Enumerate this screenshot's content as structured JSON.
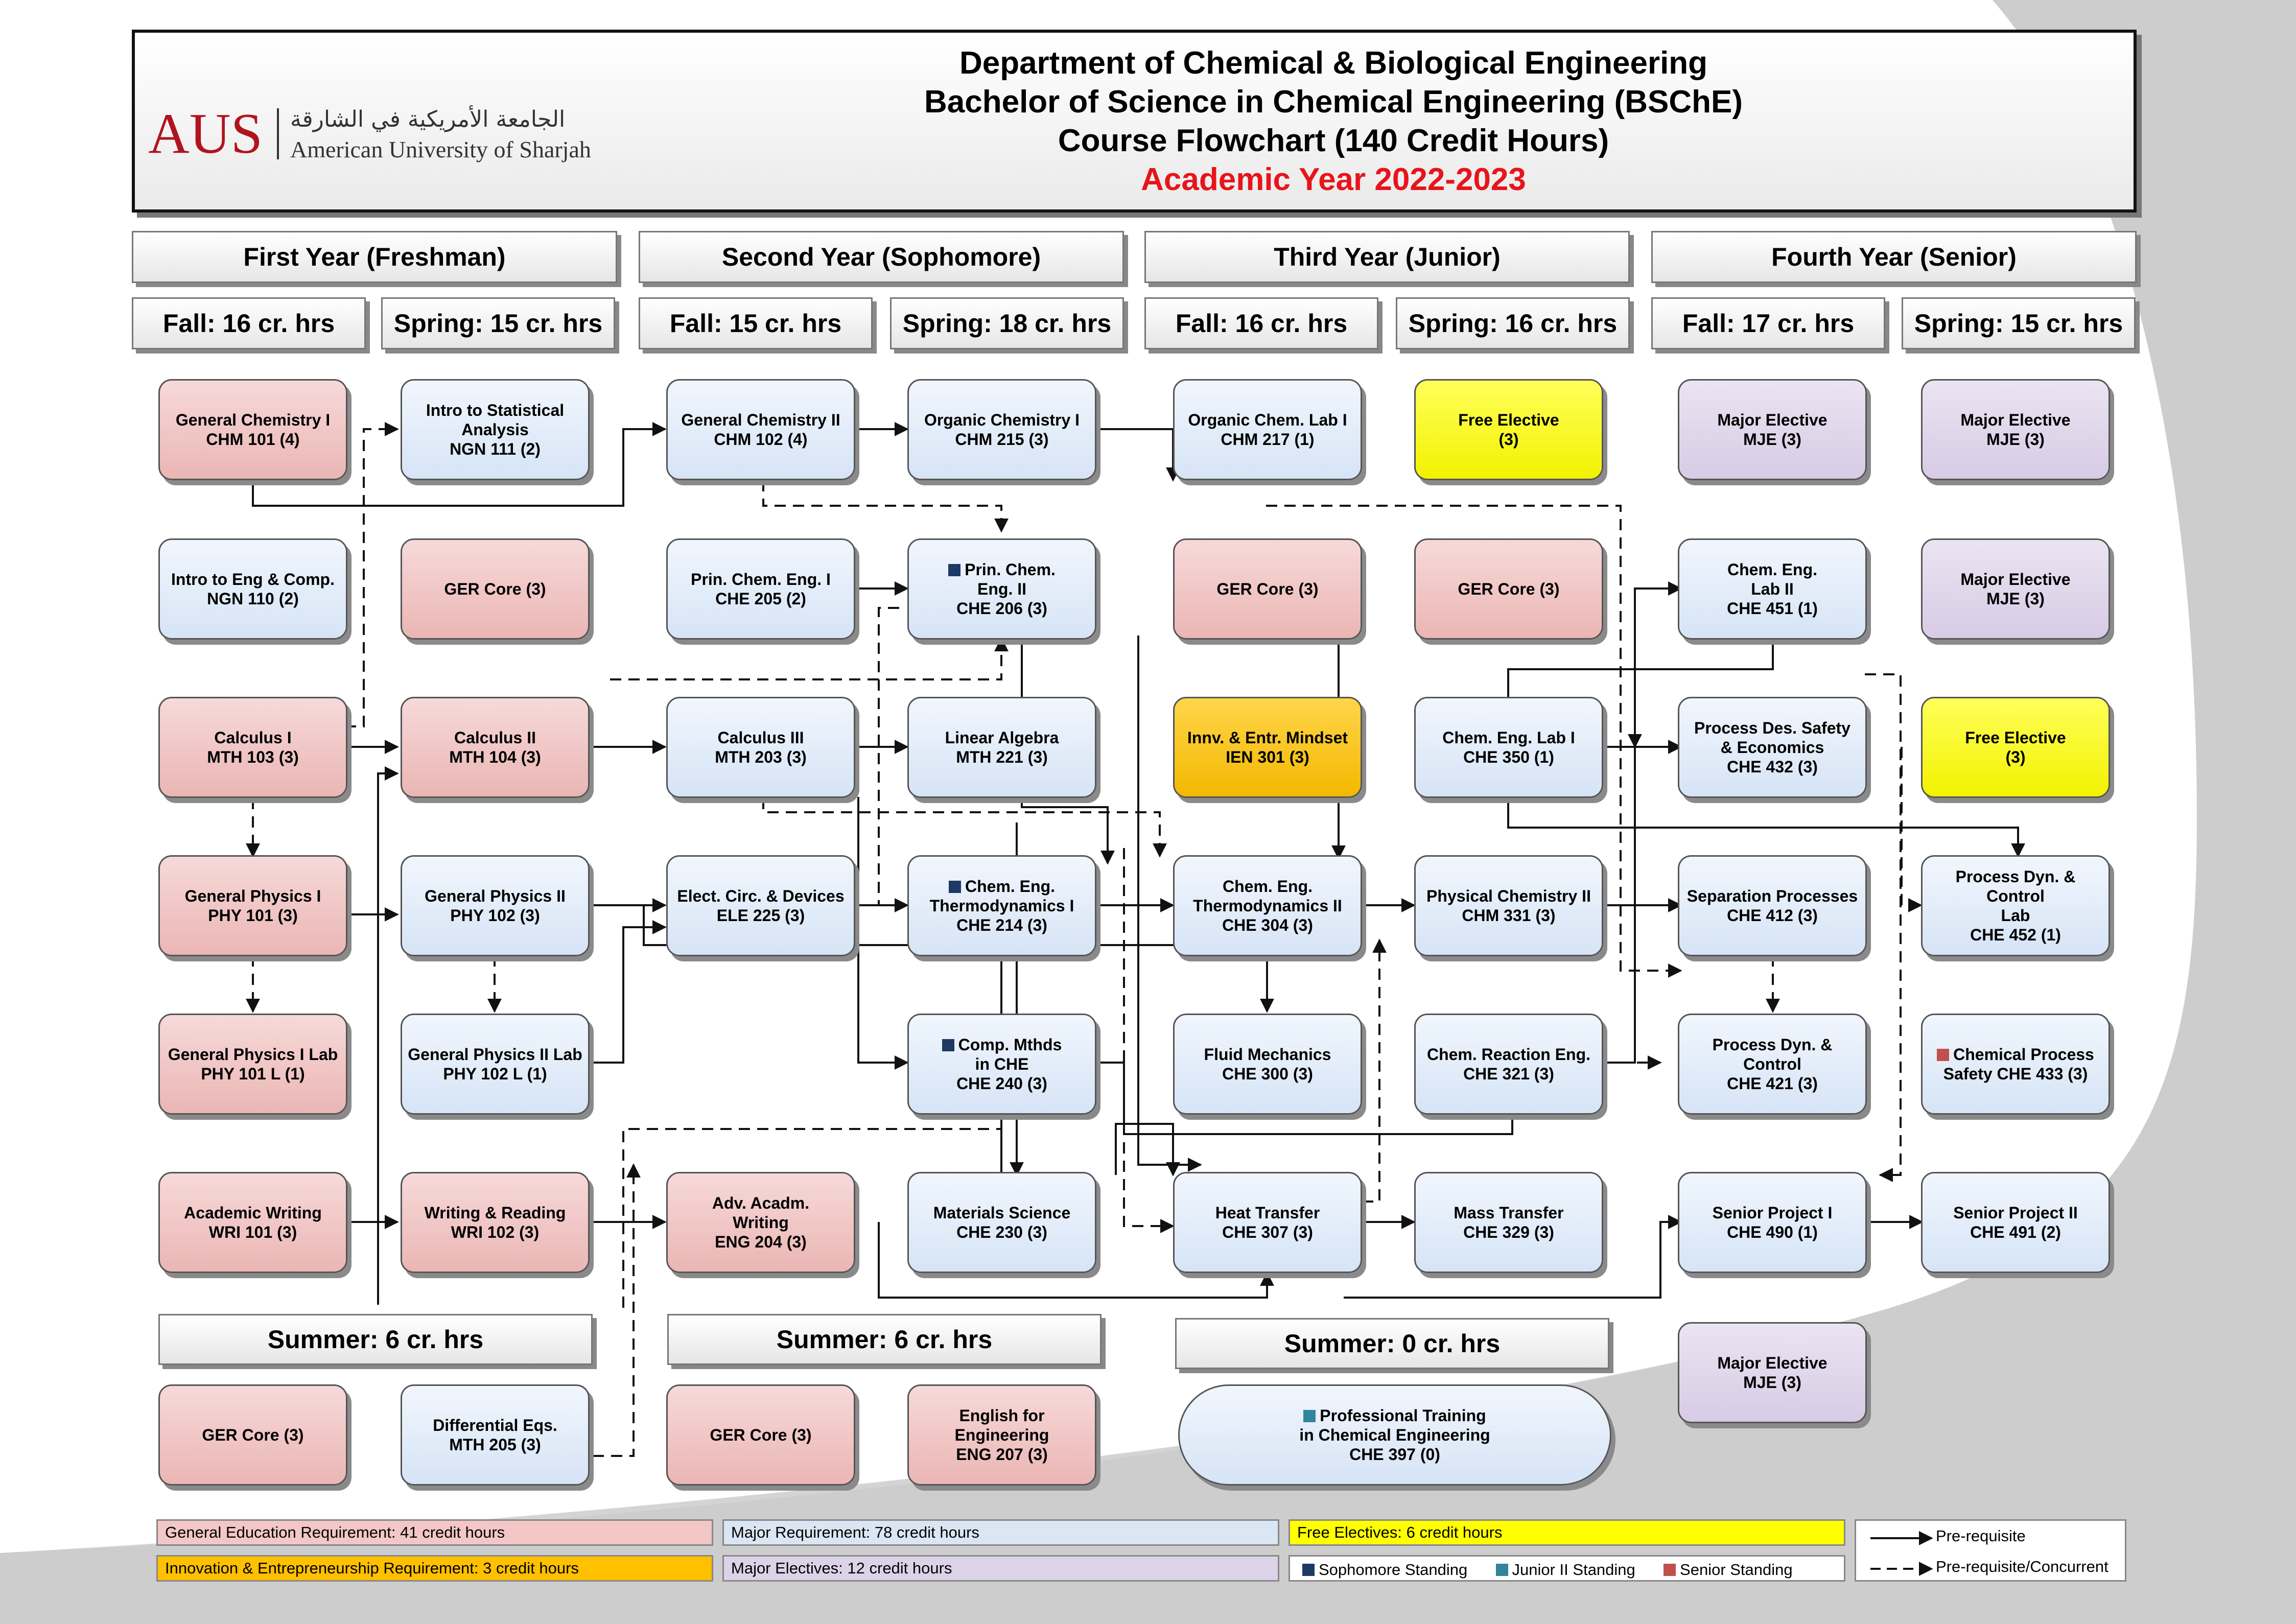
{
  "logo": {
    "text": "AUS",
    "arabic": "الجامعة الأمريكية في الشارقة",
    "english": "American University of Sharjah"
  },
  "header": {
    "line1": "Department of Chemical & Biological Engineering",
    "line2": "Bachelor of Science in Chemical Engineering (BSChE)",
    "line3": "Course Flowchart (140 Credit Hours)",
    "line4": "Academic Year 2022-2023"
  },
  "years": {
    "y1": "First Year (Freshman)",
    "y2": "Second Year (Sophomore)",
    "y3": "Third Year (Junior)",
    "y4": "Fourth Year (Senior)"
  },
  "semesters": {
    "s1": "Fall: 16 cr. hrs",
    "s2": "Spring: 15 cr. hrs",
    "s3": "Fall: 15 cr. hrs",
    "s4": "Spring: 18 cr. hrs",
    "s5": "Fall: 16 cr. hrs",
    "s6": "Spring: 16 cr. hrs",
    "s7": "Fall: 17 cr. hrs",
    "s8": "Spring: 15 cr. hrs"
  },
  "summers": {
    "sum1": "Summer: 6 cr. hrs",
    "sum2": "Summer: 6 cr. hrs",
    "sum3": "Summer: 0 cr. hrs"
  },
  "courses": {
    "chm101": [
      "General Chemistry I",
      "CHM 101 (4)"
    ],
    "ngn111": [
      "Intro to Statistical",
      "Analysis",
      "NGN 111 (2)"
    ],
    "chm102": [
      "General Chemistry II",
      "CHM 102 (4)"
    ],
    "chm215": [
      "Organic Chemistry I",
      "CHM 215 (3)"
    ],
    "chm217": [
      "Organic Chem. Lab I",
      "CHM 217 (1)"
    ],
    "free1": [
      "Free Elective",
      "(3)"
    ],
    "mje1": [
      "Major Elective",
      "MJE (3)"
    ],
    "mje2": [
      "Major Elective",
      "MJE (3)"
    ],
    "ngn110": [
      "Intro to Eng & Comp.",
      "NGN 110 (2)"
    ],
    "ger1": [
      "GER Core (3)"
    ],
    "che205": [
      "Prin. Chem. Eng. I",
      "CHE 205 (2)"
    ],
    "che206": [
      "Prin. Chem.",
      "Eng. II",
      "CHE 206 (3)"
    ],
    "ger2": [
      "GER Core (3)"
    ],
    "ger3": [
      "GER Core (3)"
    ],
    "che451": [
      "Chem. Eng.",
      "Lab II",
      "CHE 451 (1)"
    ],
    "mje3": [
      "Major Elective",
      "MJE (3)"
    ],
    "mth103": [
      "Calculus I",
      "MTH 103 (3)"
    ],
    "mth104": [
      "Calculus II",
      "MTH 104 (3)"
    ],
    "mth203": [
      "Calculus III",
      "MTH 203 (3)"
    ],
    "mth221": [
      "Linear Algebra",
      "MTH 221 (3)"
    ],
    "ien301": [
      "Innv. & Entr. Mindset",
      "IEN 301 (3)"
    ],
    "che350": [
      "Chem. Eng. Lab I",
      "CHE 350 (1)"
    ],
    "che432": [
      "Process Des. Safety",
      "& Economics",
      "CHE 432 (3)"
    ],
    "free2": [
      "Free Elective",
      "(3)"
    ],
    "phy101": [
      "General Physics I",
      "PHY 101 (3)"
    ],
    "phy102": [
      "General Physics II",
      "PHY 102 (3)"
    ],
    "ele225": [
      "Elect. Circ. & Devices",
      "ELE 225 (3)"
    ],
    "che214": [
      "Chem. Eng.",
      "Thermodynamics I",
      "CHE 214 (3)"
    ],
    "che304": [
      "Chem. Eng.",
      "Thermodynamics II",
      "CHE 304 (3)"
    ],
    "chm331": [
      "Physical Chemistry II",
      "CHM 331 (3)"
    ],
    "che412": [
      "Separation Processes",
      "CHE 412 (3)"
    ],
    "che452": [
      "Process Dyn. & Control",
      "Lab",
      "CHE 452 (1)"
    ],
    "phy101l": [
      "General Physics I Lab",
      "PHY 101 L (1)"
    ],
    "phy102l": [
      "General Physics II Lab",
      "PHY 102 L (1)"
    ],
    "che240": [
      "Comp. Mthds",
      "in CHE",
      "CHE 240 (3)"
    ],
    "che300": [
      "Fluid Mechanics",
      "CHE 300 (3)"
    ],
    "che321": [
      "Chem. Reaction Eng.",
      "CHE 321 (3)"
    ],
    "che421": [
      "Process Dyn. & Control",
      "CHE 421 (3)"
    ],
    "che433": [
      "Chemical Process",
      "Safety CHE 433 (3)"
    ],
    "wri101": [
      "Academic Writing",
      "WRI 101 (3)"
    ],
    "wri102": [
      "Writing & Reading",
      "WRI 102 (3)"
    ],
    "eng204": [
      "Adv. Acadm.",
      "Writing",
      "ENG 204 (3)"
    ],
    "che230": [
      "Materials Science",
      "CHE 230 (3)"
    ],
    "che307": [
      "Heat Transfer",
      "CHE 307 (3)"
    ],
    "che329": [
      "Mass Transfer",
      "CHE 329 (3)"
    ],
    "che490": [
      "Senior Project I",
      "CHE 490 (1)"
    ],
    "che491": [
      "Senior Project II",
      "CHE 491 (2)"
    ],
    "ger4": [
      "GER Core (3)"
    ],
    "mth205": [
      "Differential Eqs.",
      "MTH 205 (3)"
    ],
    "ger5": [
      "GER Core (3)"
    ],
    "eng207": [
      "English for",
      "Engineering",
      "ENG 207 (3)"
    ],
    "che397": [
      "Professional Training",
      "in Chemical Engineering",
      "CHE 397 (0)"
    ],
    "mje4": [
      "Major Elective",
      "MJE (3)"
    ]
  },
  "legend": {
    "gen": "General Education Requirement: 41 credit hours",
    "maj": "Major Requirement: 78 credit hours",
    "free": "Free Electives: 6 credit hours",
    "iep": "Innovation & Entrepreneurship Requirement: 3 credit hours",
    "mje": "Major Electives: 12 credit hours",
    "soph": "Sophomore Standing",
    "jun": "Junior II Standing",
    "sen": "Senior Standing",
    "prereq": "Pre-requisite",
    "concur": "Pre-requisite/Concurrent"
  },
  "colors": {
    "gen": "#eab6b4",
    "maj": "#d6e4f6",
    "mje": "#d7cbe5",
    "free": "#ffff00",
    "iep": "#f3b800",
    "title_accent": "#e8141b",
    "sophomore": "#1f3864",
    "junior": "#31859c",
    "senior": "#c0504d"
  }
}
